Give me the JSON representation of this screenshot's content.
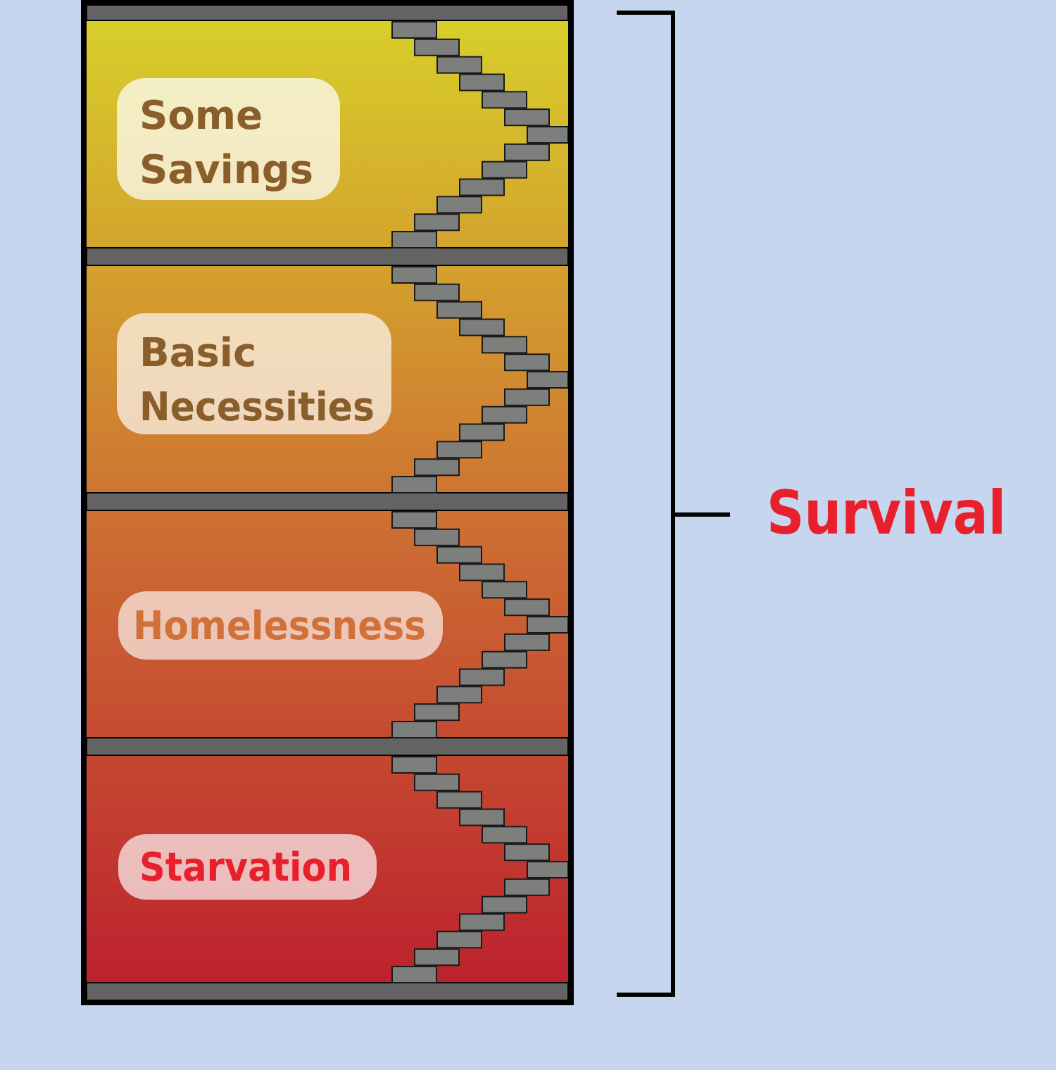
{
  "floors": [
    {
      "label_lines": [
        "Some",
        "Savings"
      ],
      "text_color": "#8a5e2a"
    },
    {
      "label_lines": [
        "Basic",
        "Necessities"
      ],
      "text_color": "#8a5e2a"
    },
    {
      "label_lines": [
        "Homelessness"
      ],
      "text_color": "#d2703a"
    },
    {
      "label_lines": [
        "Starvation"
      ],
      "text_color": "#e8202e"
    }
  ],
  "bracket_label": "Survival",
  "colors": {
    "background": "#c6d6ee",
    "gradient_top": "#d8d22a",
    "gradient_upper_mid": "#d39a2e",
    "gradient_lower_mid": "#cc6a33",
    "gradient_bottom": "#bc1f2e",
    "slab": "#636363",
    "stair": "#7d7f7d",
    "frame": "#000000",
    "accent": "#e8202e"
  }
}
